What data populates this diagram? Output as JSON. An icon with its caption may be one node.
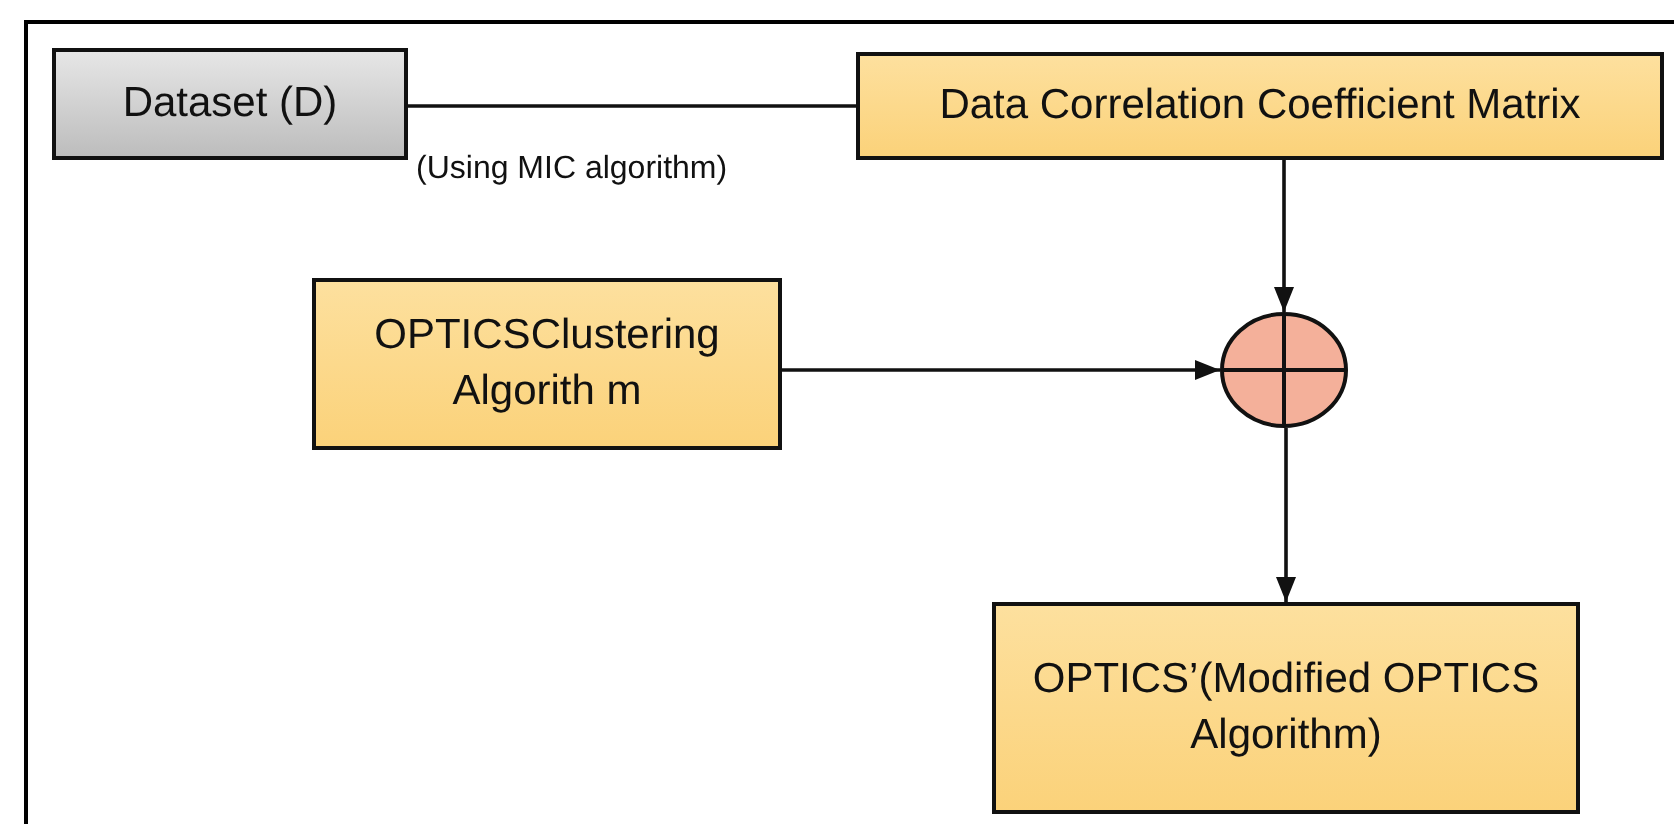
{
  "diagram": {
    "nodes": [
      {
        "text": [
          "Dataset (D)"
        ]
      },
      {
        "text": [
          "Data Correlation Coefficient Matrix"
        ]
      },
      {
        "text": [
          "OPTICSClustering Algorith m"
        ]
      },
      {
        "text": [],
        "shape": "circle"
      },
      {
        "text": [
          "OPTICS’(Modified OPTICS Algorithm)"
        ]
      }
    ],
    "edges": [
      {
        "from": 0,
        "to": 1,
        "arrow": "none",
        "label": "(Using MIC algorithm)"
      },
      {
        "from": 1,
        "to": 3,
        "arrow": "to"
      },
      {
        "from": 2,
        "to": 3,
        "arrow": "to"
      },
      {
        "from": 3,
        "to": 4,
        "arrow": "to"
      }
    ]
  }
}
